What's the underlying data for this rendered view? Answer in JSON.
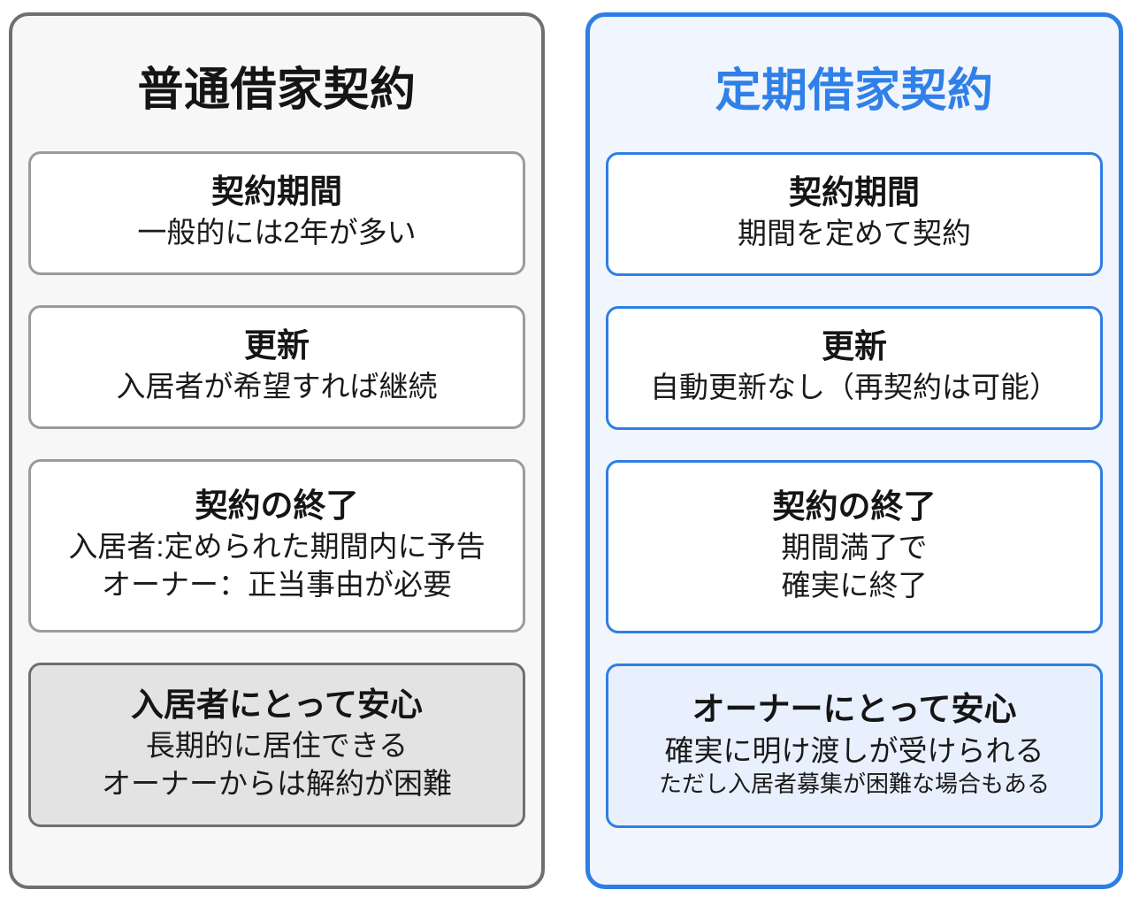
{
  "theme": {
    "standard_border": "#6f6f6f",
    "standard_bg": "#f7f7f7",
    "standard_highlight_bg": "#e3e3e3",
    "fixed_border": "#2e7fe4",
    "fixed_bg": "#f1f5fd",
    "fixed_title_color": "#3080e8",
    "fixed_highlight_bg": "#e8f0fd",
    "card_bg": "#ffffff",
    "text_color": "#1a1a1a"
  },
  "panels": [
    {
      "id": "standard-lease",
      "title": "普通借家契約",
      "cards": [
        {
          "id": "contract-period",
          "title": "契約期間",
          "lines": [
            "一般的には2年が多い"
          ],
          "highlight": false
        },
        {
          "id": "renewal",
          "title": "更新",
          "lines": [
            "入居者が希望すれば継続"
          ],
          "highlight": false
        },
        {
          "id": "termination",
          "title": "契約の終了",
          "lines": [
            "入居者:定められた期間内に予告",
            "オーナー：正当事由が必要"
          ],
          "highlight": false
        },
        {
          "id": "summary",
          "title": "入居者にとって安心",
          "lines": [
            "長期的に居住できる",
            "オーナーからは解約が困難"
          ],
          "highlight": true
        }
      ]
    },
    {
      "id": "fixed-term-lease",
      "title": "定期借家契約",
      "cards": [
        {
          "id": "contract-period",
          "title": "契約期間",
          "lines": [
            "期間を定めて契約"
          ],
          "highlight": false
        },
        {
          "id": "renewal",
          "title": "更新",
          "lines": [
            "自動更新なし（再契約は可能）"
          ],
          "highlight": false
        },
        {
          "id": "termination",
          "title": "契約の終了",
          "lines": [
            "期間満了で",
            "確実に終了"
          ],
          "highlight": false
        },
        {
          "id": "summary",
          "title": "オーナーにとって安心",
          "lines": [
            "確実に明け渡しが受けられる"
          ],
          "note": "ただし入居者募集が困難な場合もある",
          "highlight": true
        }
      ]
    }
  ]
}
